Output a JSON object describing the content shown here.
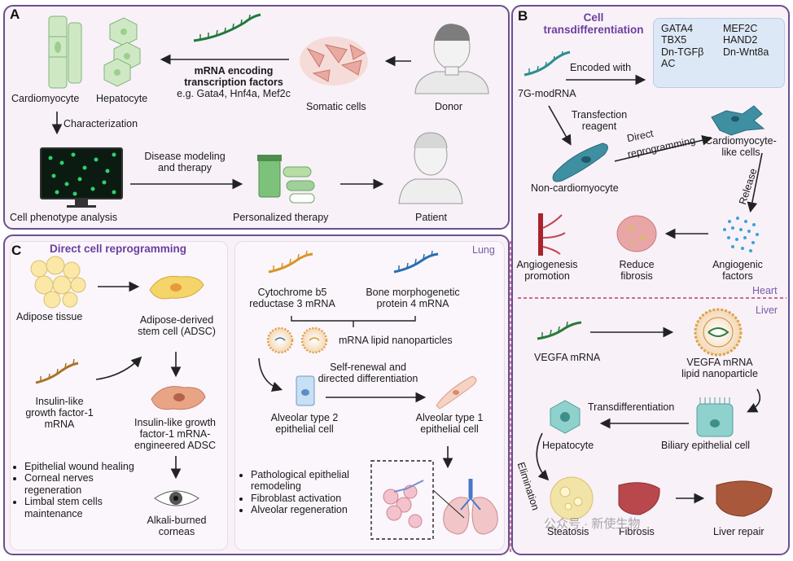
{
  "panelA": {
    "letter": "A",
    "cardiomyocyte": "Cardiomyocyte",
    "hepatocyte": "Hepatocyte",
    "mrna_bold_1": "mRNA encoding",
    "mrna_bold_2": "transcription factors",
    "mrna_eg": "e.g. Gata4, Hnf4a, Mef2c",
    "somatic_cells": "Somatic cells",
    "donor": "Donor",
    "characterization": "Characterization",
    "disease_1": "Disease modeling",
    "disease_2": "and therapy",
    "cell_phenotype": "Cell phenotype analysis",
    "personalized": "Personalized therapy",
    "patient": "Patient"
  },
  "panelB": {
    "letter": "B",
    "title_1": "Cell",
    "title_2": "transdifferentiation",
    "encoded_with": "Encoded with",
    "modrna": "7G-modRNA",
    "factors_col1": [
      "GATA4",
      "TBX5",
      "Dn-TGFβ",
      "AC"
    ],
    "factors_col2": [
      "MEF2C",
      "HAND2",
      "Dn-Wnt8a"
    ],
    "transfection_1": "Transfection",
    "transfection_2": "reagent",
    "direct_1": "Direct",
    "direct_2": "reprogramming",
    "cardio_like_1": "Cardiomyocyte-",
    "cardio_like_2": "like cells",
    "non_cardio": "Non-cardiomyocyte",
    "release": "Release",
    "angio_prom_1": "Angiogenesis",
    "angio_prom_2": "promotion",
    "reduce_1": "Reduce",
    "reduce_2": "fibrosis",
    "angio_fac_1": "Angiogenic",
    "angio_fac_2": "factors",
    "heart": "Heart",
    "liver": "Liver",
    "vegfa": "VEGFA mRNA",
    "vegfa_lnp_1": "VEGFA mRNA",
    "vegfa_lnp_2": "lipid nanoparticle",
    "transdiff": "Transdifferentiation",
    "hepatocyte": "Hepatocyte",
    "biliary": "Biliary epithelial cell",
    "elimination": "Elimination",
    "steatosis": "Steatosis",
    "fibrosis": "Fibrosis",
    "liver_repair": "Liver repair"
  },
  "panelC": {
    "letter": "C",
    "title": "Direct cell reprogramming",
    "adipose": "Adipose tissue",
    "adsc_1": "Adipose-derived",
    "adsc_2": "stem cell (ADSC)",
    "igf_1": "Insulin-like",
    "igf_2": "growth factor-1",
    "igf_3": "mRNA",
    "eng_1": "Insulin-like growth",
    "eng_2": "factor-1 mRNA-",
    "eng_3": "engineered ADSC",
    "uses": [
      "Epithelial wound healing",
      "Corneal nerves regeneration",
      "Limbal stem cells maintenance"
    ],
    "alkali_1": "Alkali-burned",
    "alkali_2": "corneas",
    "lung": "Lung",
    "cyto_1": "Cytochrome b5",
    "cyto_2": "reductase 3 mRNA",
    "bmp_1": "Bone morphogenetic",
    "bmp_2": "protein 4 mRNA",
    "lnp": "mRNA lipid nanoparticles",
    "selfrenew_1": "Self-renewal and",
    "selfrenew_2": "directed differentiation",
    "at2_1": "Alveolar type 2",
    "at2_2": "epithelial cell",
    "at1_1": "Alveolar type 1",
    "at1_2": "epithelial cell",
    "lung_effects": [
      "Pathological epithelial remodeling",
      "Fibroblast activation",
      "Alveolar regeneration"
    ]
  },
  "watermark": "公众号 · 新使生物",
  "colors": {
    "border": "#6b4f8f",
    "title": "#6b3fa0",
    "panel_bg": "#f8f1f8",
    "tf_box": "#dde8f6",
    "heart_liver_divider": "#b5426e"
  }
}
